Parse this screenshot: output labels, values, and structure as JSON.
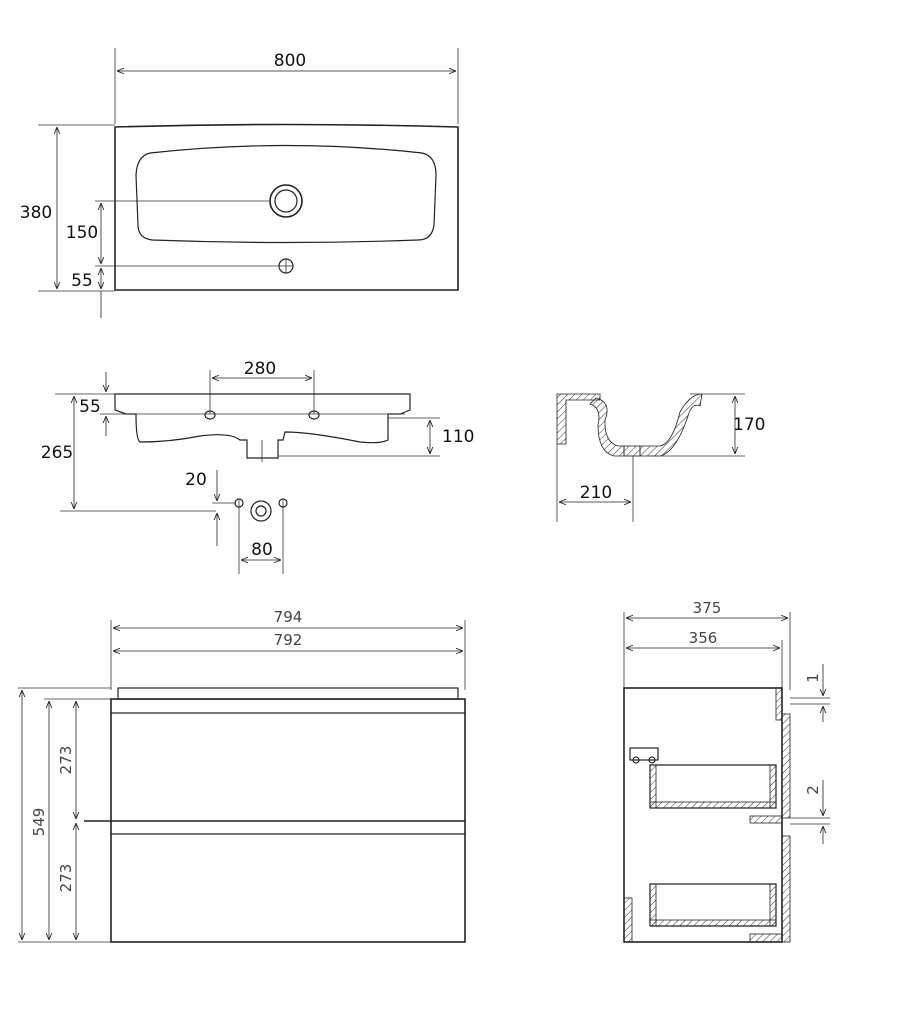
{
  "top_view": {
    "width": "800",
    "depth": "380",
    "tap_hole_offset": "150",
    "overflow_offset": "55"
  },
  "front_section": {
    "tap_spacing": "280",
    "rim_offset": "55",
    "total_height": "265",
    "bowl_depth": "110",
    "hole_offset": "20",
    "hole_spacing": "80"
  },
  "side_section": {
    "height": "170",
    "drain_offset": "210"
  },
  "cabinet_front": {
    "outer_width": "794",
    "inner_width": "792",
    "total_height": "549",
    "drawer_upper": "273",
    "drawer_lower": "273"
  },
  "cabinet_side": {
    "depth_outer": "375",
    "depth_inner": "356",
    "gap_top": "1",
    "gap_mid": "2"
  }
}
